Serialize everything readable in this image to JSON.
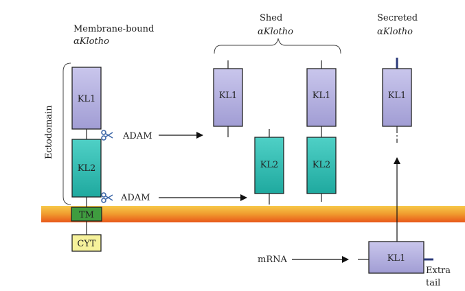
{
  "labels": {
    "membrane_bound_line1": "Membrane-bound",
    "membrane_bound_line2": "αKlotho",
    "shed_line1": "Shed",
    "shed_line2": "αKlotho",
    "secreted_line1": "Secreted",
    "secreted_line2": "αKlotho",
    "ectodomain": "Ectodomain",
    "adam_top": "ADAM",
    "adam_bottom": "ADAM",
    "mrna": "mRNA",
    "extra_tail_line1": "Extra",
    "extra_tail_line2": "tail"
  },
  "domains": {
    "kl1": "KL1",
    "kl2": "KL2",
    "tm": "TM",
    "cyt": "CYT"
  },
  "icons": {
    "scissors": "scissors-icon"
  },
  "colors": {
    "kl1_fill": "#b7b3df",
    "kl2_fill": "#3bbfb4",
    "tm_fill": "#3f9c3f",
    "cyt_fill": "#f6f29b",
    "membrane_top": "#f7d34a",
    "membrane_bottom": "#e8581a",
    "tail": "#2b3a7a",
    "scissors": "#3d67a8"
  }
}
